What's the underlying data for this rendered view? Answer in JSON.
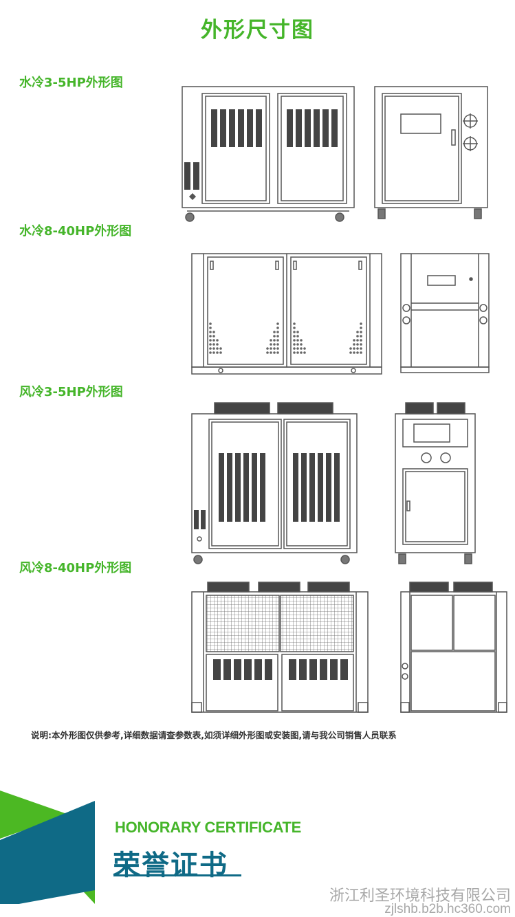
{
  "page_title": "外形尺寸图",
  "sections": [
    {
      "label": "水冷3-5HP外形图"
    },
    {
      "label": "水冷8-40HP外形图"
    },
    {
      "label": "风冷3-5HP外形图"
    },
    {
      "label": "风冷8-40HP外形图"
    }
  ],
  "note": "说明:本外形图仅供参考,详细数据请查参数表,如须详细外形图或安装图,请与我公司销售人员联系",
  "banner": {
    "english": "HONORARY CERTIFICATE",
    "chinese": "荣誉证书",
    "green": "#4cb823",
    "blue": "#0f6a86"
  },
  "watermark": {
    "company": "浙江利圣环境科技有限公司",
    "url": "zjlshb.b2b.hc360.com"
  }
}
